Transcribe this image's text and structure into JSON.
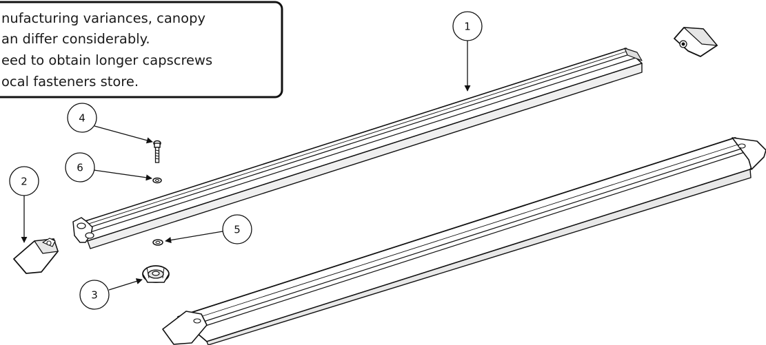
{
  "note": {
    "lines": [
      "nufacturing variances, canopy",
      "an differ considerably.",
      "eed to obtain longer capscrews",
      "ocal fasteners store."
    ]
  },
  "balloons": {
    "b1": "1",
    "b2": "2",
    "b3": "3",
    "b4": "4",
    "b5": "5",
    "b6": "6"
  },
  "colors": {
    "line": "#111111",
    "fill": "#ffffff",
    "shade": "#d9d9d9"
  }
}
